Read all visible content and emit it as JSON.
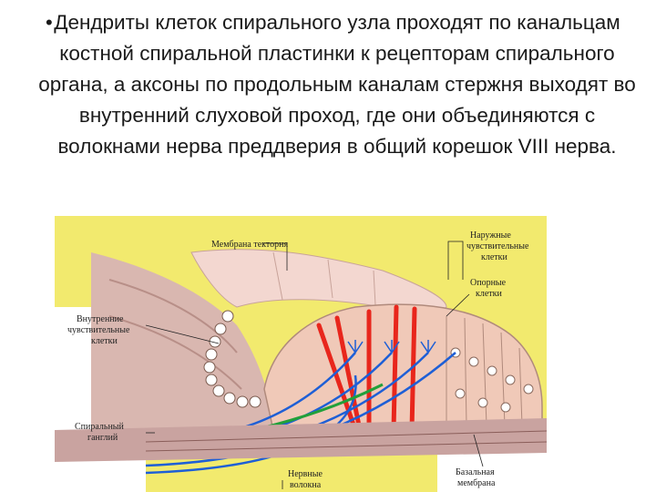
{
  "slide": {
    "bullet": "•",
    "text": "Дендриты клеток спирального узла проходят по канальцам костной спиральной пластинки к рецепторам спирального органа, а аксоны по продольным каналам стержня выходят во внутренний слуховой проход, где они объединяются с волокнами нерва преддверия в общий корешок VIII нерва."
  },
  "figure": {
    "labels": {
      "tectorial_membrane": "Мембрана текторня",
      "outer_hair_cells_1": "Наружные",
      "outer_hair_cells_2": "чувствительные",
      "outer_hair_cells_3": "клетки",
      "supporting_cells_1": "Опорные",
      "supporting_cells_2": "клетки",
      "inner_hair_cells_1": "Внутренние",
      "inner_hair_cells_2": "чувствительные",
      "inner_hair_cells_3": "клетки",
      "spiral_ganglion_1": "Спиральный",
      "spiral_ganglion_2": "ганглий",
      "nerve_fibers_1": "Нервные",
      "nerve_fibers_2": "волокна",
      "basilar_membrane_1": "Базальная",
      "basilar_membrane_2": "мембрана"
    },
    "colors": {
      "endolymph": "#f2ea6e",
      "bone": "#d9b7b0",
      "tectorial": "#f3d7d0",
      "cells": "#f0c9b8",
      "pillar_red": "#e8261c",
      "fiber_blue": "#1e5fd6",
      "fiber_green": "#22a03a"
    }
  }
}
